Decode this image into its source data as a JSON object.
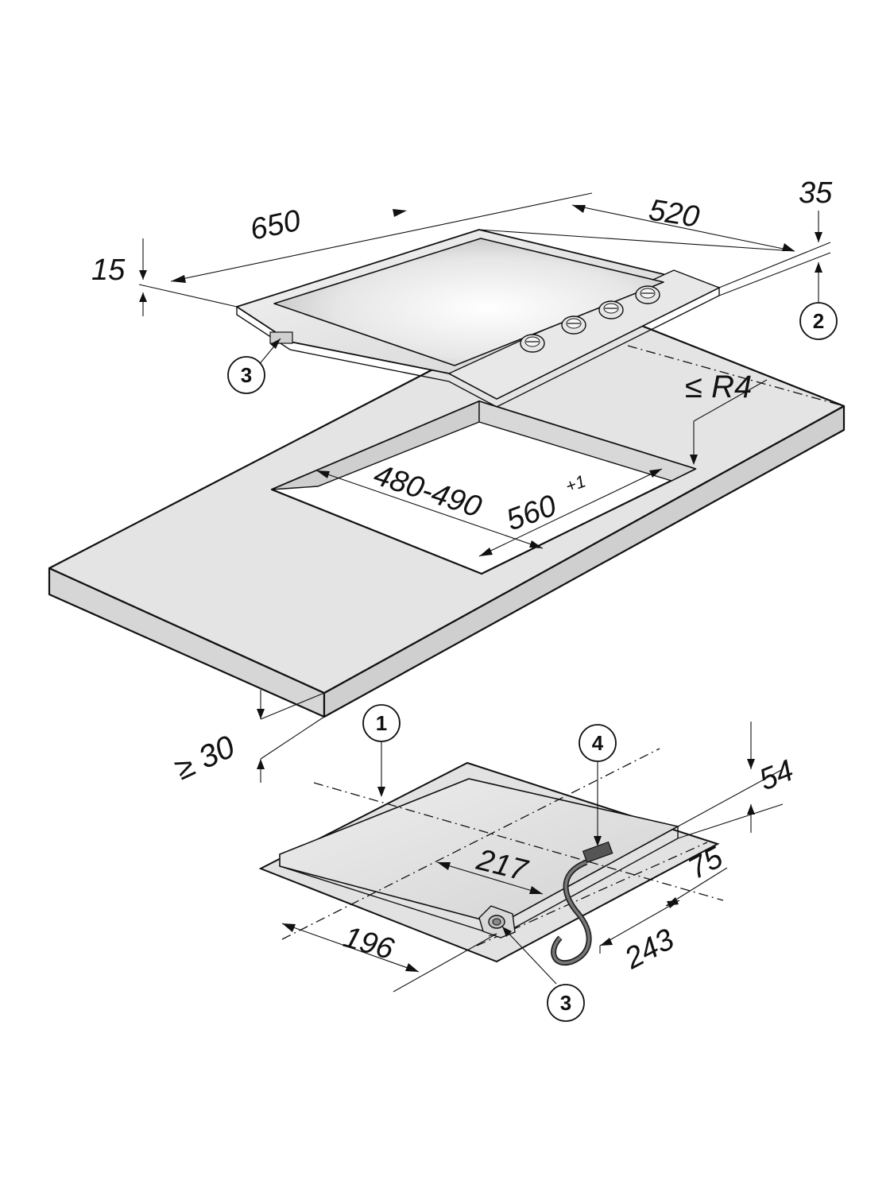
{
  "dimensions": {
    "hob_depth": "650",
    "hob_width": "520",
    "trim_height": "15",
    "overall_height": "35",
    "cutout_depth": "480-490",
    "cutout_width": "560",
    "cutout_width_tol": "+1",
    "corner_radius": "≤ R4",
    "worktop_thickness": "≥ 30",
    "underside_height": "54",
    "cable_offset": "75",
    "connector_offset": "217",
    "gas_side_offset": "196",
    "gas_rear_offset": "243"
  },
  "callouts": {
    "worktop": "1",
    "hob_height": "2",
    "gas_connection": "3",
    "electric_cable": "4"
  },
  "colors": {
    "line": "#111111",
    "worktop_top": "#e4e4e4",
    "worktop_edge": "#d0d0d0",
    "cutout": "#ffffff",
    "steel_light": "#f0f0f0",
    "steel_mid": "#c8c8c8",
    "underside": "#dcdcdc",
    "cable": "#555555"
  }
}
